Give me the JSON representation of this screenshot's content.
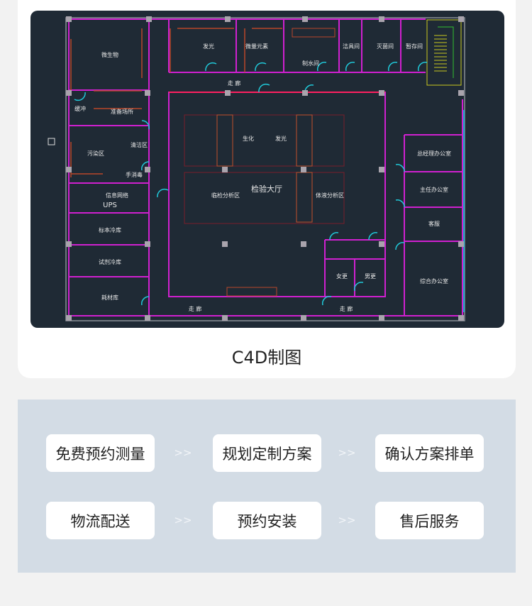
{
  "floor_plan": {
    "rooms": {
      "microbiology": "微生物",
      "buffer": "缓冲",
      "prep": "准备场所",
      "contaminated": "污染区",
      "clean": "清洁区",
      "hand_disinfect": "手消毒",
      "network": "信息网络",
      "ups": "UPS",
      "specimen_cold": "标本冷库",
      "reagent_cold": "试剂冷库",
      "consumables": "耗材库",
      "luminescence_top": "发光",
      "trace_elements": "微量元素",
      "water_room": "制水间",
      "cleaning_room": "洁具间",
      "sterilization": "灭菌间",
      "storage": "暂存间",
      "corridor_top": "走 廊",
      "biochem": "生化",
      "luminescence": "发光",
      "hall": "检验大厅",
      "clinical_area": "临检分析区",
      "fluid_area": "体液分析区",
      "female_locker": "女更",
      "male_locker": "男更",
      "gm_office": "总经理办公室",
      "director_office": "主任办公室",
      "customer_service": "客服",
      "general_office": "综合办公室",
      "corridor_bottom_left": "走 廊",
      "corridor_bottom_right": "走 廊"
    }
  },
  "caption": "C4D制图",
  "steps": [
    {
      "label": "免费预约测量"
    },
    {
      "label": "规划定制方案"
    },
    {
      "label": "确认方案排单"
    },
    {
      "label": "物流配送"
    },
    {
      "label": "预约安装"
    },
    {
      "label": "售后服务"
    }
  ],
  "arrow": ">>"
}
